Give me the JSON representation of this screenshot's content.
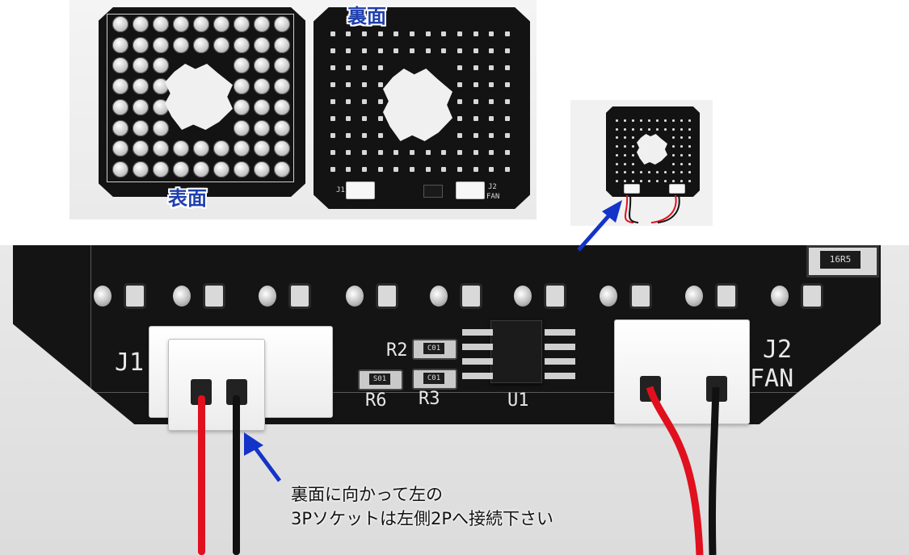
{
  "labels": {
    "back_side": "裏面",
    "front_side": "表面"
  },
  "silkscreen": {
    "j1": "J1",
    "j2": "J2",
    "fan": "FAN",
    "r2": "R2",
    "r3": "R3",
    "r6": "R6",
    "u1": "U1",
    "resistor_mark_small": "C01",
    "resistor_mark_r6": "S01",
    "resistor_mark_top": "16R5"
  },
  "instruction": {
    "line1": "裏面に向かって左の",
    "line2": "3Pソケットは左側2Pへ接続下さい"
  },
  "colors": {
    "caption_blue": "#1f3fae",
    "arrow_blue": "#1433c8",
    "pcb_black": "#141414",
    "wire_red": "#e0101e",
    "wire_black": "#111111"
  }
}
